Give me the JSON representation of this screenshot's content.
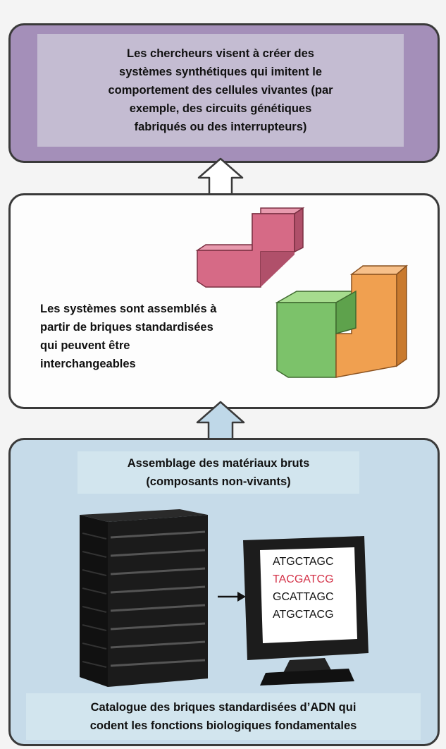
{
  "top_panel": {
    "text": "Les chercheurs visent à créer des\nsystèmes synthétiques qui imitent le\ncomportement des cellules vivantes (par\nexemple, des circuits génétiques\nfabriqués ou des interrupteurs)"
  },
  "middle_panel": {
    "text": "Les systèmes sont assemblés à\npartir de briques standardisées\nqui peuvent être\ninterchangeables"
  },
  "bottom_panel": {
    "header": "Assemblage des matériaux bruts\n(composants non-vivants)",
    "screen_lines": [
      "ATGCTAGC",
      "TACGATCG",
      "GCATTAGC",
      "ATGCTACG"
    ],
    "caption": "Catalogue des briques standardisées d’ADN qui\ncodent les fonctions biologiques fondamentales"
  },
  "colors": {
    "top_panel": "#a48fb9",
    "bottom_panel": "#c6dbe9",
    "pink_block": "#d66a86",
    "green_block": "#7cc26a",
    "orange_block": "#f0a050",
    "highlight_sequence": "#d4344a"
  },
  "icons": [
    "up-arrow-icon",
    "tetris-block-icon",
    "server-rack-icon",
    "monitor-icon",
    "right-arrow-icon"
  ]
}
